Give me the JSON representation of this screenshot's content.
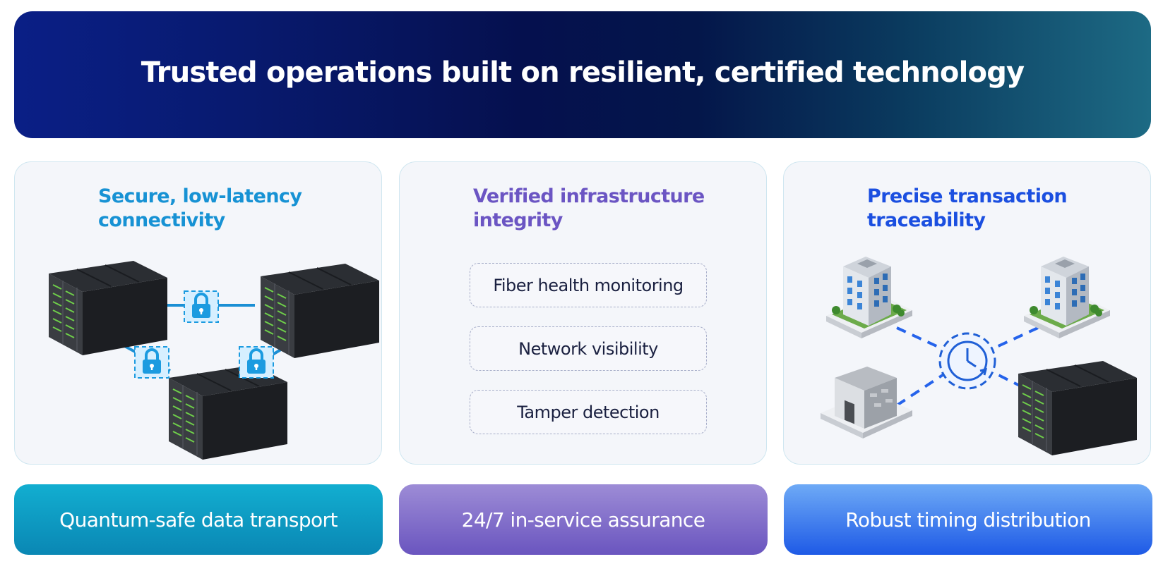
{
  "header": {
    "title": "Trusted operations built on resilient, certified technology"
  },
  "cards": [
    {
      "title": "Secure, low-latency connectivity"
    },
    {
      "title": "Verified infrastructure integrity",
      "items": [
        "Fiber health monitoring",
        "Network visibility",
        "Tamper detection"
      ]
    },
    {
      "title": "Precise transaction traceability"
    }
  ],
  "footers": [
    "Quantum-safe data transport",
    "24/7 in-service assurance",
    "Robust timing distribution"
  ],
  "colors": {
    "banner_start": "#0a1f86",
    "banner_end": "#1d6a84",
    "card1_accent": "#1792d4",
    "card2_accent": "#6b55c3",
    "card3_accent": "#1b4fe0"
  },
  "icons": [
    "server-rack-icon",
    "lock-icon",
    "office-building-icon",
    "warehouse-icon",
    "clock-sync-icon"
  ]
}
